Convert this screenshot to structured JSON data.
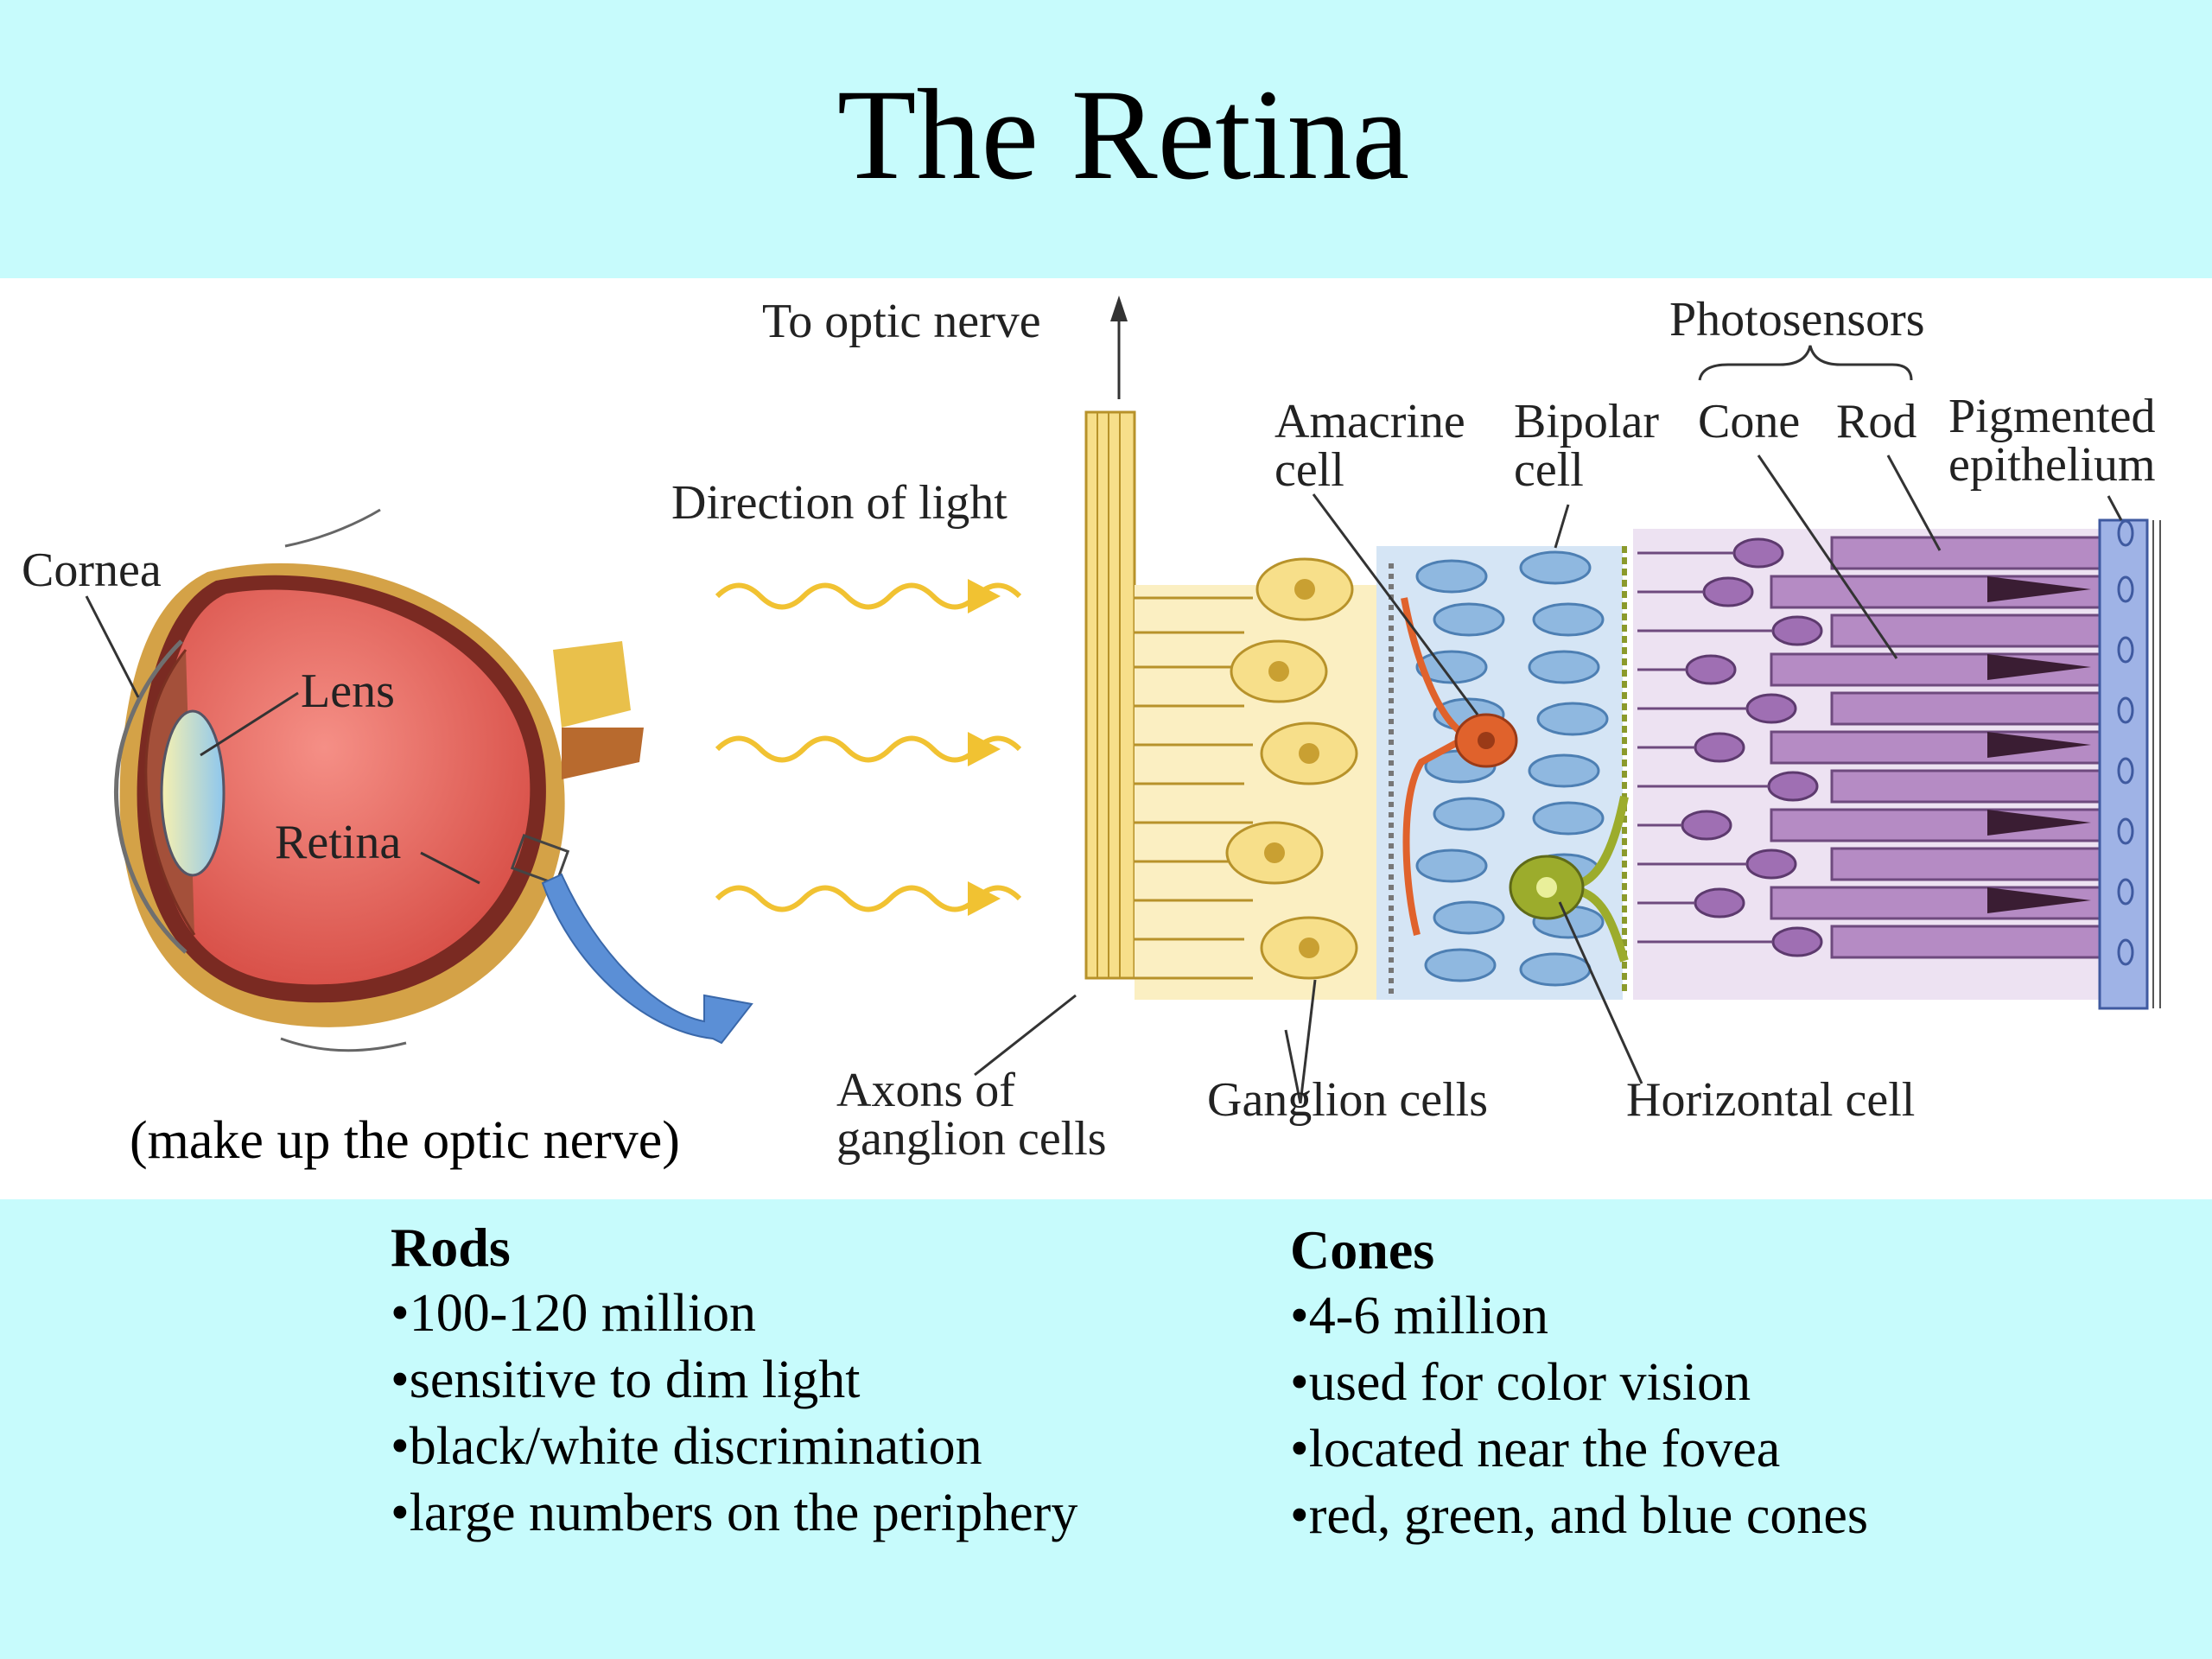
{
  "title": "The Retina",
  "labels": {
    "cornea": "Cornea",
    "lens": "Lens",
    "retina": "Retina",
    "to_optic_nerve": "To optic nerve",
    "direction_of_light": "Direction of light",
    "photosensors": "Photosensors",
    "amacrine_1": "Amacrine",
    "amacrine_2": "cell",
    "bipolar_1": "Bipolar",
    "bipolar_2": "cell",
    "cone": "Cone",
    "rod": "Rod",
    "pigmented_1": "Pigmented",
    "pigmented_2": "epithelium",
    "axons_1": "Axons of",
    "axons_2": "ganglion cells",
    "ganglion_cells": "Ganglion cells",
    "horizontal_cell": "Horizontal cell"
  },
  "caption": "(make up the optic nerve)",
  "rods": {
    "heading": "Rods",
    "items": [
      "•100-120 million",
      "•sensitive to dim light",
      "•black/white discrimination",
      "•large numbers on the periphery"
    ]
  },
  "cones": {
    "heading": "Cones",
    "items": [
      "•4-6 million",
      "•used for color vision",
      "•located near the fovea",
      "•red, green, and blue cones"
    ]
  },
  "colors": {
    "background": "#c7fbfc",
    "eyeball": "#e4645c",
    "light_wave": "#f1c232",
    "ganglion": "#f7df8a",
    "bipolar": "#8fb8e0",
    "photoreceptor": "#b58bc4",
    "epithelium": "#9fb3e6",
    "amacrine": "#e0622c",
    "horizontal": "#9cac2c",
    "arrow": "#5b8fd6"
  }
}
